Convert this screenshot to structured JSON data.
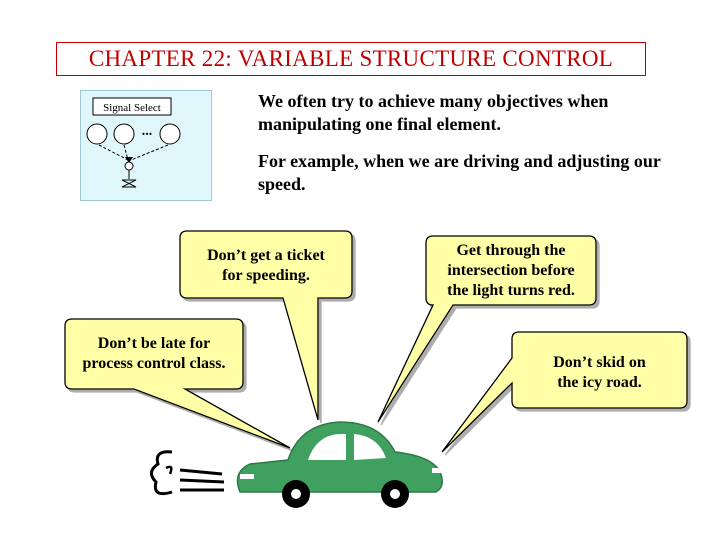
{
  "title": "CHAPTER 22: VARIABLE STRUCTURE CONTROL",
  "panel": {
    "label": "Signal Select",
    "dots": "..."
  },
  "intro": {
    "p1": "We often try to achieve many objectives when manipulating one final element.",
    "p2": "For example, when we are driving and adjusting our speed."
  },
  "bubbles": {
    "ticket": {
      "line1": "Don’t get a ticket",
      "line2": "for speeding."
    },
    "intersection": {
      "line1": "Get through the",
      "line2": "intersection before",
      "line3": "the light turns red."
    },
    "late": {
      "line1": "Don’t be late for",
      "line2": "process control class."
    },
    "skid": {
      "line1": "Don’t skid on",
      "line2": "the icy road."
    }
  },
  "colors": {
    "title": "#c00000",
    "bubble_fill": "#ffffa8",
    "car": "#3fa060",
    "panel_bg": "#dff7fb"
  }
}
